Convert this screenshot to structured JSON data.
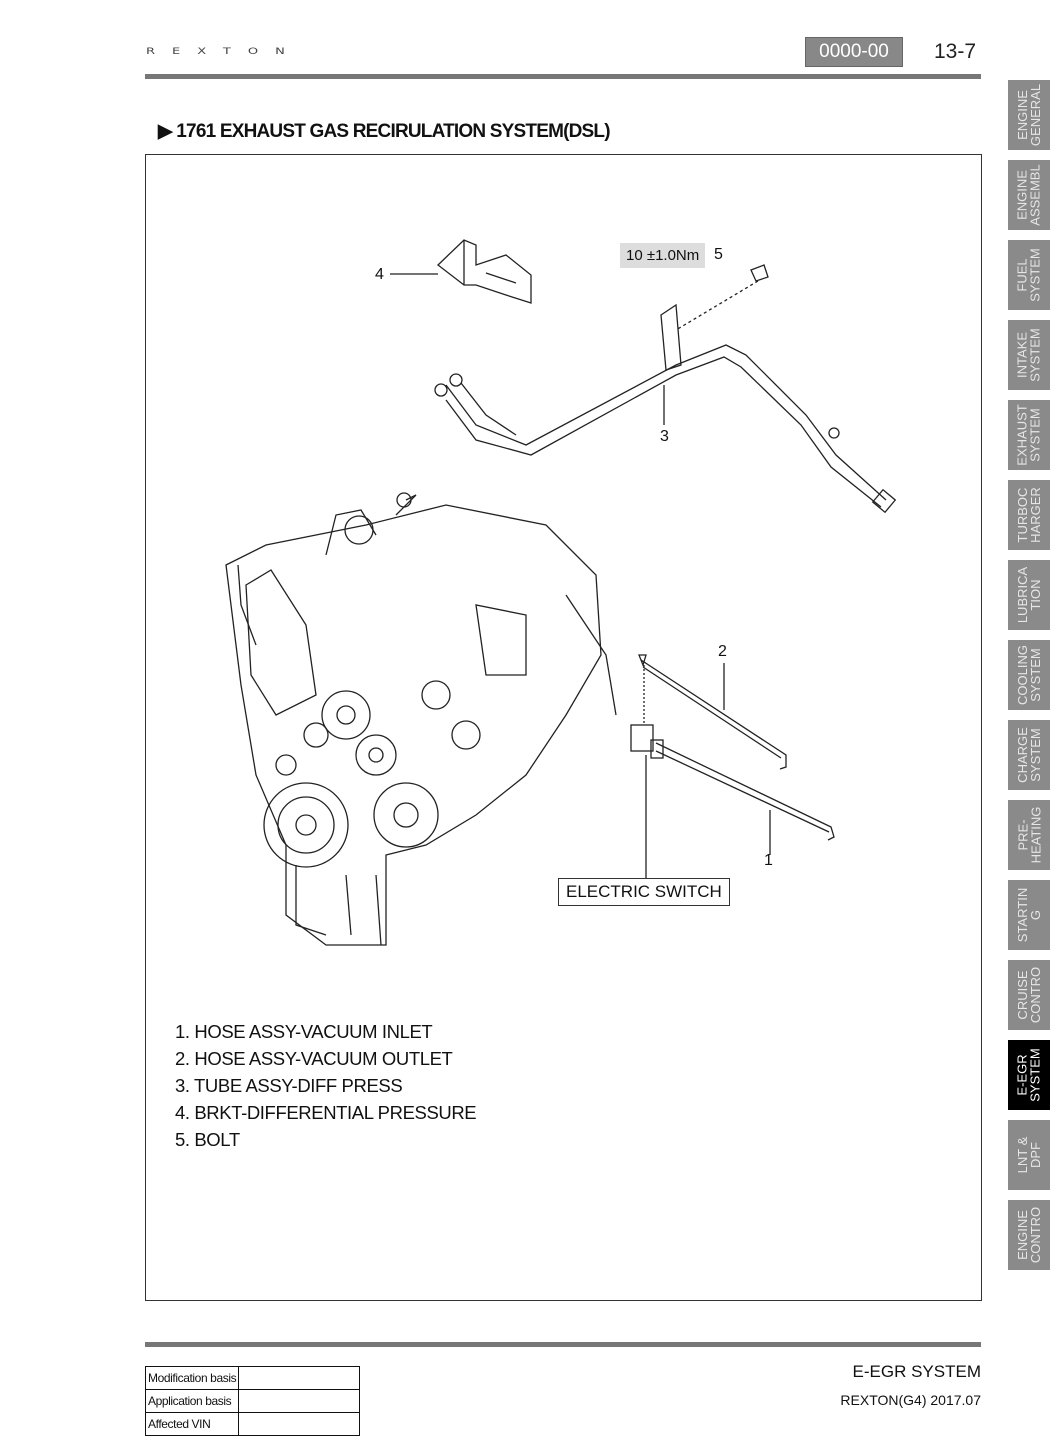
{
  "header": {
    "brand": "REXTON",
    "code": "0000-00",
    "page": "13-7"
  },
  "title": "▶ 1761 EXHAUST GAS RECIRULATION SYSTEM(DSL)",
  "side_tabs": [
    {
      "label": "ENGINE\nGENERAL"
    },
    {
      "label": "ENGINE\nASSEMBL"
    },
    {
      "label": "FUEL\nSYSTEM"
    },
    {
      "label": "INTAKE\nSYSTEM"
    },
    {
      "label": "EXHAUST\nSYSTEM"
    },
    {
      "label": "TURBOC\nHARGER"
    },
    {
      "label": "LUBRICA\nTION"
    },
    {
      "label": "COOLING\nSYSTEM"
    },
    {
      "label": "CHARGE\nSYSTEM"
    },
    {
      "label": "PRE-\nHEATING"
    },
    {
      "label": "STARTIN\nG"
    },
    {
      "label": "CRUISE\nCONTRO"
    },
    {
      "label": "E-EGR\nSYSTEM",
      "active": true
    },
    {
      "label": "LNT &\nDPF"
    },
    {
      "label": "ENGINE\nCONTRO"
    }
  ],
  "diagram": {
    "callouts": {
      "c1": "1",
      "c2": "2",
      "c3": "3",
      "c4": "4",
      "c5": "5"
    },
    "torque": "10 ±1.0Nm",
    "electric_switch": "ELECTRIC SWITCH"
  },
  "legend": [
    "1. HOSE ASSY-VACUUM INLET",
    "2. HOSE ASSY-VACUUM OUTLET",
    "3. TUBE ASSY-DIFF PRESS",
    "4. BRKT-DIFFERENTIAL PRESSURE",
    "5. BOLT"
  ],
  "footer": {
    "rows": [
      "Modification basis",
      "Application basis",
      "Affected VIN"
    ],
    "system": "E-EGR SYSTEM",
    "version": "REXTON(G4) 2017.07"
  }
}
